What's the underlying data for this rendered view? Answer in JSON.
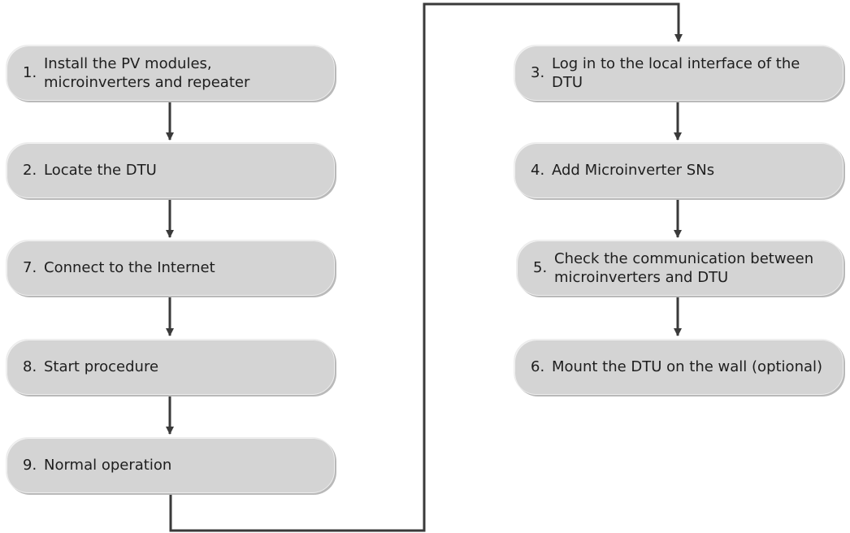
{
  "flowchart": {
    "steps": [
      {
        "id": "s1",
        "number": "1.",
        "text": "Install the PV modules, microinverters and repeater"
      },
      {
        "id": "s2",
        "number": "2.",
        "text": "Locate the DTU"
      },
      {
        "id": "s7",
        "number": "7.",
        "text": "Connect to the Internet"
      },
      {
        "id": "s8",
        "number": "8.",
        "text": "Start procedure"
      },
      {
        "id": "s9",
        "number": "9.",
        "text": "Normal operation"
      },
      {
        "id": "s3",
        "number": "3.",
        "text": "Log in to the local interface of the DTU"
      },
      {
        "id": "s4",
        "number": "4.",
        "text": "Add Microinverter SNs"
      },
      {
        "id": "s5",
        "number": "5.",
        "text": "Check the communication between microinverters and DTU"
      },
      {
        "id": "s6",
        "number": "6.",
        "text": "Mount the DTU on the wall (optional)"
      }
    ],
    "connections": [
      {
        "from": "s1",
        "to": "s2"
      },
      {
        "from": "s2",
        "to": "s7"
      },
      {
        "from": "s7",
        "to": "s8"
      },
      {
        "from": "s8",
        "to": "s9"
      },
      {
        "from": "s9",
        "to": "s3"
      },
      {
        "from": "s3",
        "to": "s4"
      },
      {
        "from": "s4",
        "to": "s5"
      },
      {
        "from": "s5",
        "to": "s6"
      }
    ],
    "colors": {
      "box_fill": "#d4d4d4",
      "box_border": "#ededed",
      "line": "#3a3a3a",
      "text": "#1e1e1e"
    }
  }
}
